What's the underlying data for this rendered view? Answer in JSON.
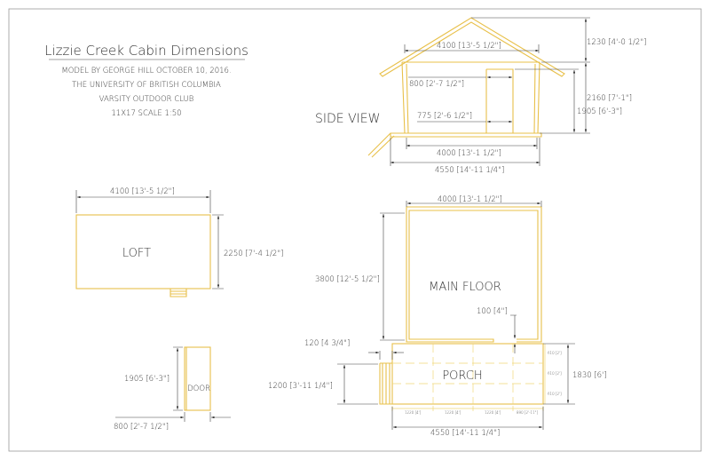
{
  "title": "Lizzie Creek Cabin Dimensions",
  "subtitle": [
    "MODEL BY GEORGE HILL OCTOBER 10, 2016.",
    "THE UNIVERSITY OF BRITISH COLUMBIA",
    "VARSITY OUTDOOR CLUB",
    "11X17 SCALE 1:50"
  ],
  "side_view": {
    "label": "SIDE VIEW",
    "dims": {
      "roof_width": "4100 [13'-5 1/2\"]",
      "roof_height": "1230 [4'-0 1/2\"]",
      "wall_height": "2160 [7'-1\"]",
      "door_height": "1905 [6'-3\"]",
      "door_top_width": "800 [2'-7 1/2\"]",
      "door_bottom_width": "775 [2'-6 1/2\"]",
      "floor_width": "4000 [13'-1 1/2\"]",
      "total_width": "4550 [14'-11 1/4\"]"
    }
  },
  "loft": {
    "label": "LOFT",
    "width": "4100 [13'-5 1/2\"]",
    "depth": "2250 [7'-4 1/2\"]"
  },
  "main_floor": {
    "label": "MAIN FLOOR",
    "width": "4000 [13'-1 1/2\"]",
    "depth": "3800 [12'-5 1/2\"]",
    "offset": "100 [4\"]"
  },
  "porch": {
    "label": "PORCH",
    "step": "120 [4 3/4\"]",
    "depth_side": "1200 [3'-11 1/4\"]",
    "depth": "1830 [6']",
    "width": "4550 [14'-11 1/4\"]",
    "grid_rows": [
      "610 [2']",
      "610 [2']",
      "610 [2']"
    ],
    "grid_cols": [
      "1220 [4']",
      "1220 [4']",
      "1220 [4']",
      "890 [2'-11\"]"
    ]
  },
  "door": {
    "label": "DOOR",
    "height": "1905 [6'-3\"]",
    "width": "800 [2'-7 1/2\"]"
  }
}
